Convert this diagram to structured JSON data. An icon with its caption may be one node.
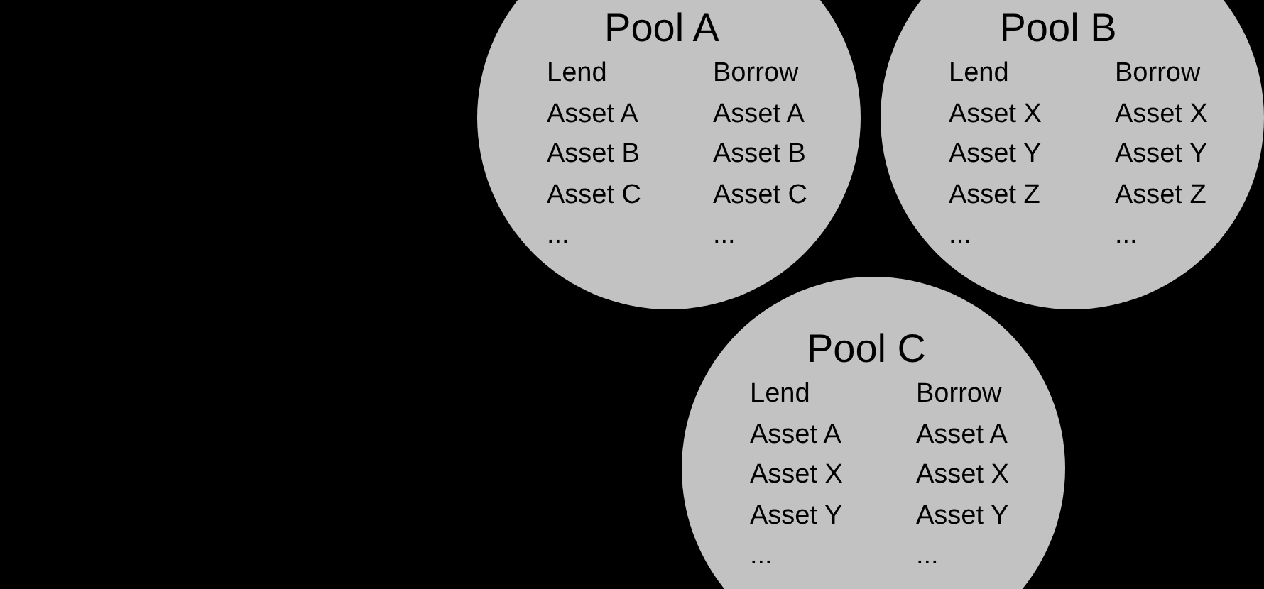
{
  "diagram": {
    "nodes": [
      {
        "text": [
          "Pool A",
          "Lend",
          "Borrow",
          "Asset A",
          "Asset A",
          "Asset B",
          "Asset B",
          "Asset C",
          "Asset C",
          "...",
          "..."
        ]
      },
      {
        "text": [
          "Pool B",
          "Lend",
          "Borrow",
          "Asset X",
          "Asset X",
          "Asset Y",
          "Asset Y",
          "Asset Z",
          "Asset Z",
          "...",
          "..."
        ]
      },
      {
        "text": [
          "Pool C",
          "Lend",
          "Borrow",
          "Asset A",
          "Asset A",
          "Asset X",
          "Asset X",
          "Asset Y",
          "Asset Y",
          "...",
          "..."
        ]
      }
    ],
    "edges": []
  }
}
